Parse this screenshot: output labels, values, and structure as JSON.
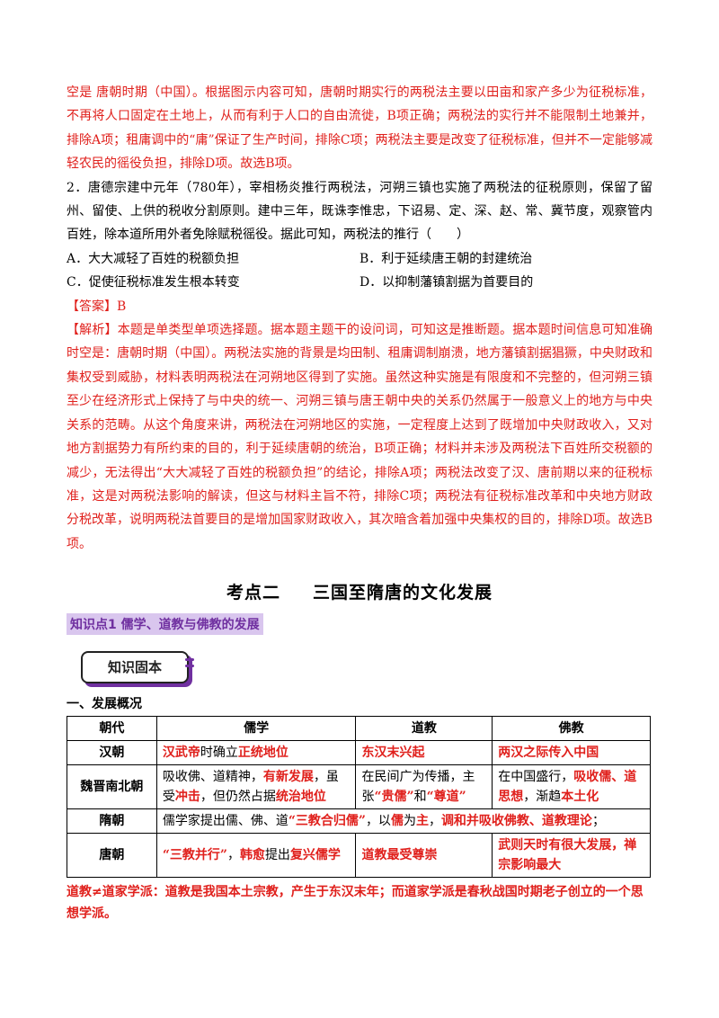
{
  "analysis1": "空是 唐朝时期（中国）。根据图示内容可知，唐朝时期实行的两税法主要以田亩和家产多少为征税标准，不再将人口固定在土地上，从而有利于人口的自由流徙，B项正确；两税法的实行并不能限制土地兼并，排除A项；租庸调中的“庸”保证了生产时间，排除C项；两税法主要是改变了征税标准，但并不一定能够减轻农民的徭役负担，排除D项。故选B项。",
  "q2": {
    "stem": "2．唐德宗建中元年（780年），宰相杨炎推行两税法，河朔三镇也实施了两税法的征税原则，保留了留州、留使、上供的税收分割原则。建中三年，既诛李惟忠，下诏易、定、深、赵、常、冀节度，观察管内百姓，除本道所用外者免除赋税徭役。据此可知，两税法的推行（　　）",
    "options": [
      "A．大大减轻了百姓的税额负担",
      "B．利于延续唐王朝的封建统治",
      "C．促使征税标准发生根本转变",
      "D．以抑制藩镇割据为首要目的"
    ],
    "answer": "【答案】B",
    "analysis": "【解析】本题是单类型单项选择题。据本题主题干的设问词，可知这是推断题。据本题时间信息可知准确时空是：唐朝时期（中国）。两税法实施的背景是均田制、租庸调制崩溃，地方藩镇割据猖獗，中央财政和集权受到威胁，材料表明两税法在河朔地区得到了实施。虽然这种实施是有限度和不完整的，但河朔三镇至少在经济形式上保持了与中央的统一、河朔三镇与唐王朝中央的关系仍然属于一般意义上的地方与中央关系的范畴。从这个角度来讲，两税法在河朔地区的实施，一定程度上达到了既增加中央财政收入，又对地方割据势力有所约束的目的，利于延续唐朝的统治，B项正确；材料并未涉及两税法下百姓所交税额的减少，无法得出“大大减轻了百姓的税额负担”的结论，排除A项；两税法改变了汉、唐前期以来的征税标准，这是对两税法影响的解读，但这与材料主旨不符，排除C项；两税法有征税标准改革和中央地方财政分税改革，说明两税法首要目的是增加国家财政收入，其次暗含着加强中央集权的目的，排除D项。故选B项。"
  },
  "section": {
    "left": "考点二",
    "right": "三国至隋唐的文化发展"
  },
  "knowledge_point": "知识点1 儒学、道教与佛教的发展",
  "badge": "知识固本",
  "subheading": "一、发展概况",
  "table": {
    "headers": [
      "朝代",
      "儒学",
      "道教",
      "佛教"
    ],
    "dynasties": [
      "汉朝",
      "魏晋南北朝",
      "隋朝",
      "唐朝"
    ],
    "han": {
      "ru_a": "汉武帝",
      "ru_b": "时确立",
      "ru_c": "正统地位",
      "dao": "东汉末兴起",
      "fo": "两汉之际传入中国"
    },
    "wei": {
      "ru_a": "吸收佛、道精神，",
      "ru_b": "有新发展",
      "ru_c": "，虽受",
      "ru_d": "冲击",
      "ru_e": "，但仍然占据",
      "ru_f": "统治地位",
      "dao_a": "在民间广为传播，主张",
      "dao_b": "“贵儒”",
      "dao_c": "和",
      "dao_d": "“尊道”",
      "fo_a": "在中国盛行，",
      "fo_b": "吸收儒、道思想",
      "fo_c": "，渐趋",
      "fo_d": "本土化"
    },
    "sui": {
      "a": "儒学家提出儒、佛、道",
      "b": "“三教合归儒”",
      "c": "，以",
      "d": "儒",
      "e": "为",
      "f": "主",
      "g": "，",
      "h": "调和并吸收佛教、道教理论",
      "i": "；"
    },
    "tang": {
      "ru_a": "“三教并行”",
      "ru_b": "，",
      "ru_c": "韩愈",
      "ru_d": "提出",
      "ru_e": "复兴儒学",
      "dao": "道教最受尊崇",
      "fo": "武则天时有很大发展，禅宗影响最大"
    }
  },
  "note": "道教≠道家学派：道教是我国本土宗教，产生于东汉末年；而道家学派是春秋战国时期老子创立的一个思想学派。",
  "colors": {
    "red": "#e0201c",
    "purple": "#7030a0",
    "kp_bg": "#d9c6ee"
  }
}
